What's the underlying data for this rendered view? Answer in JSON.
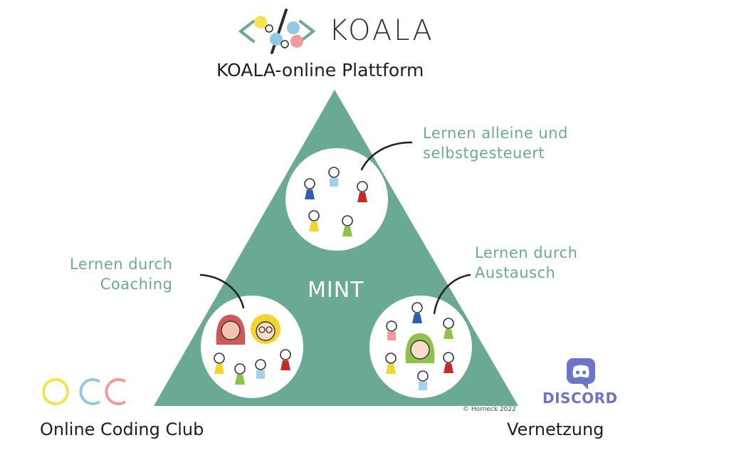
{
  "header": {
    "brand": "KOALA",
    "platform": "KOALA-online Plattform"
  },
  "labels": {
    "top": [
      "Lernen alleine und",
      "selbstgesteuert"
    ],
    "left": [
      "Lernen durch",
      "Coaching"
    ],
    "right": [
      "Lernen durch",
      "Austausch"
    ],
    "center": "MINT"
  },
  "corners": {
    "left_logo": "OCC",
    "left": "Online Coding Club",
    "right_logo": "DISCORD",
    "right": "Vernetzung"
  },
  "copyright": "© Horneck 2022",
  "colors": {
    "triangle": "#6aaa95",
    "accent_text": "#6aaa95",
    "occ_o": "#f2e34f",
    "occ_c1": "#8fc9e3",
    "occ_c2": "#ef9aa0",
    "discord": "#6a74c9",
    "figure_blue": "#2f5fb3",
    "figure_red": "#c42a2a",
    "figure_yellow": "#f1d62e",
    "figure_green": "#8fc24a",
    "figure_lightblue": "#9fd3ea"
  }
}
